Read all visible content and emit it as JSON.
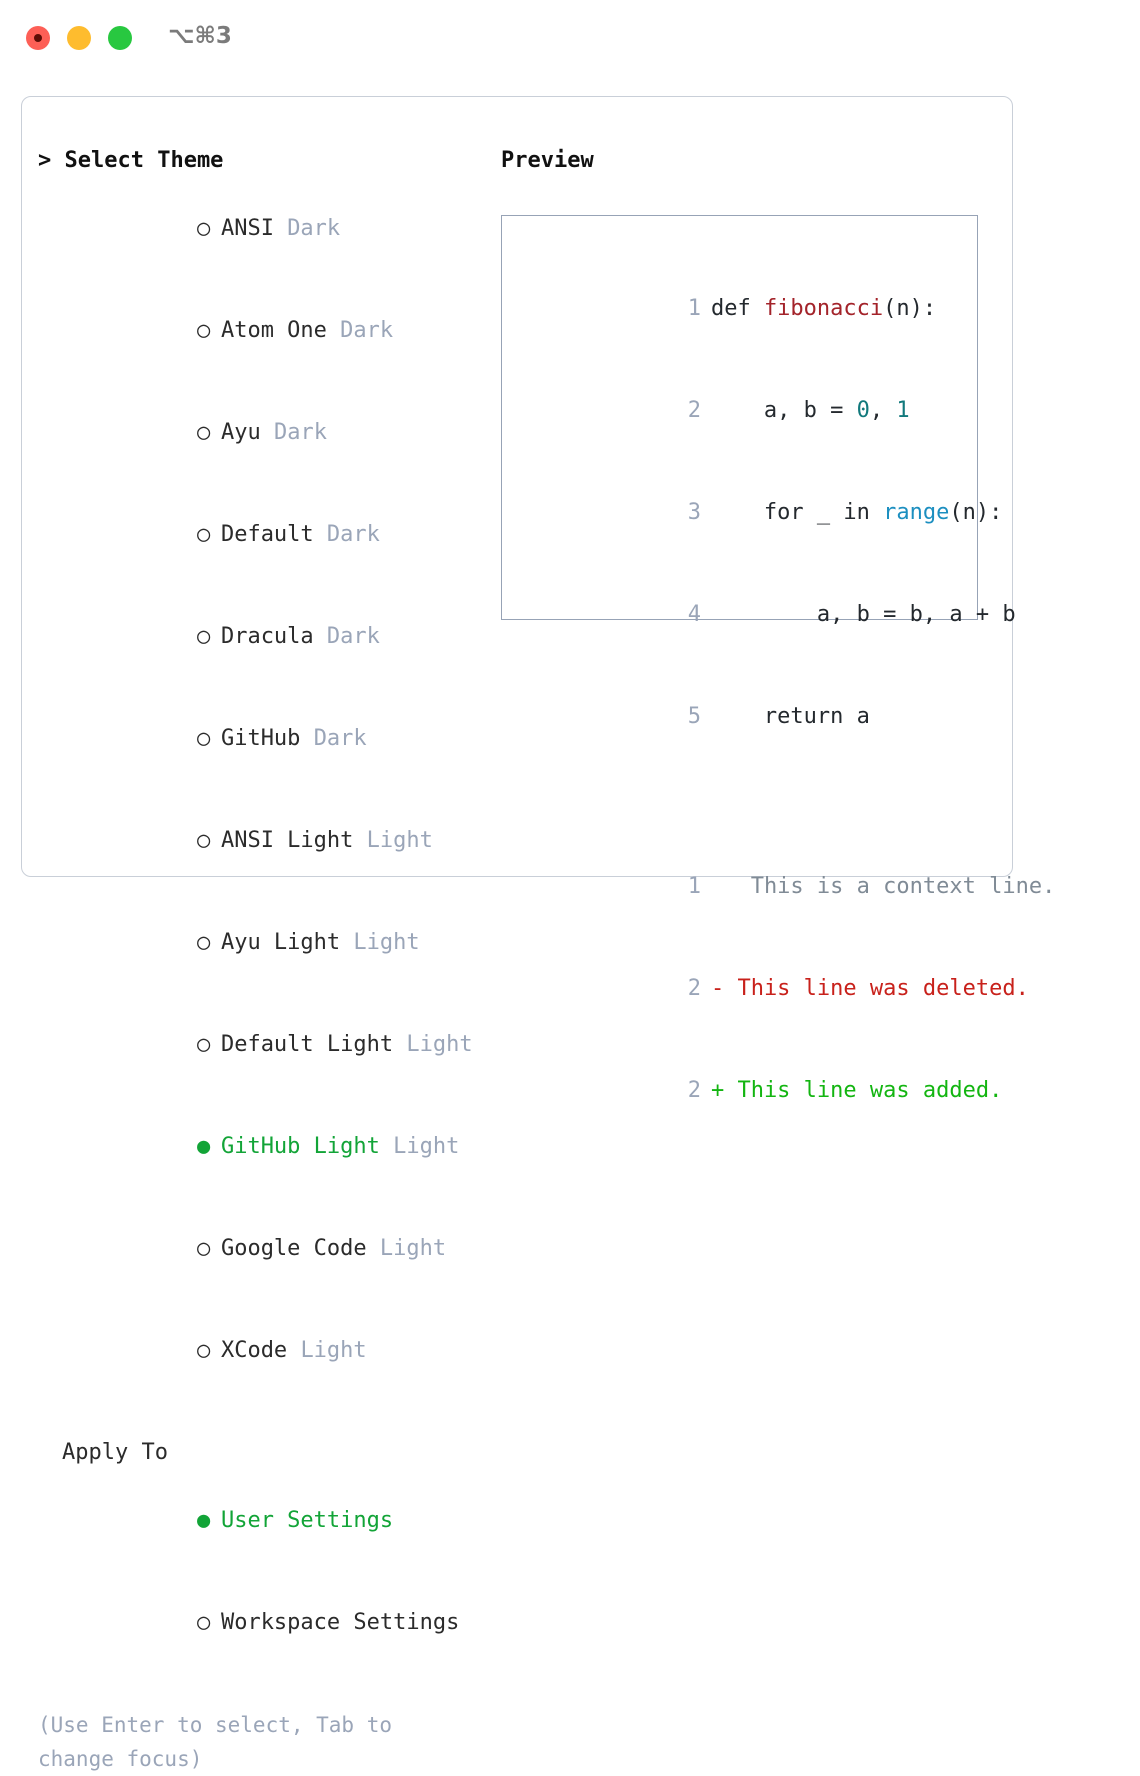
{
  "titlebar": {
    "shortcut": "⌥⌘3",
    "buttons": [
      {
        "name": "close",
        "color": "#fd5f56"
      },
      {
        "name": "minimize",
        "color": "#febc2e"
      },
      {
        "name": "zoom",
        "color": "#28c840"
      }
    ]
  },
  "theme_list": {
    "header": "> Select Theme",
    "selected": "GitHub Light",
    "bullet_empty": "○",
    "bullet_filled": "●",
    "items": [
      {
        "label": "ANSI",
        "tag": "Dark",
        "selected": false
      },
      {
        "label": "Atom One",
        "tag": "Dark",
        "selected": false
      },
      {
        "label": "Ayu",
        "tag": "Dark",
        "selected": false
      },
      {
        "label": "Default",
        "tag": "Dark",
        "selected": false
      },
      {
        "label": "Dracula",
        "tag": "Dark",
        "selected": false
      },
      {
        "label": "GitHub",
        "tag": "Dark",
        "selected": false
      },
      {
        "label": "ANSI Light",
        "tag": "Light",
        "selected": false
      },
      {
        "label": "Ayu Light",
        "tag": "Light",
        "selected": false
      },
      {
        "label": "Default Light",
        "tag": "Light",
        "selected": false
      },
      {
        "label": "GitHub Light",
        "tag": "Light",
        "selected": true
      },
      {
        "label": "Google Code",
        "tag": "Light",
        "selected": false
      },
      {
        "label": "XCode",
        "tag": "Light",
        "selected": false
      }
    ]
  },
  "apply_to": {
    "header": "Apply To",
    "selected": "User Settings",
    "items": [
      {
        "label": "User Settings",
        "selected": true
      },
      {
        "label": "Workspace Settings",
        "selected": false
      }
    ]
  },
  "hint": "(Use Enter to select, Tab to change focus)",
  "preview": {
    "title": "Preview",
    "code_lines": [
      {
        "number": "1",
        "tokens": [
          {
            "text": "def ",
            "type": "kw"
          },
          {
            "text": "fibonacci",
            "type": "fn"
          },
          {
            "text": "(n):",
            "type": "plain"
          }
        ]
      },
      {
        "number": "2",
        "tokens": [
          {
            "text": "    a, b = ",
            "type": "plain"
          },
          {
            "text": "0",
            "type": "num"
          },
          {
            "text": ", ",
            "type": "plain"
          },
          {
            "text": "1",
            "type": "num"
          }
        ]
      },
      {
        "number": "3",
        "tokens": [
          {
            "text": "    for _ in ",
            "type": "plain"
          },
          {
            "text": "range",
            "type": "call"
          },
          {
            "text": "(n):",
            "type": "plain"
          }
        ]
      },
      {
        "number": "4",
        "tokens": [
          {
            "text": "        a, b = b, a + b",
            "type": "plain"
          }
        ]
      },
      {
        "number": "5",
        "tokens": [
          {
            "text": "    return a",
            "type": "plain"
          }
        ]
      }
    ],
    "diff_lines": [
      {
        "number": "1",
        "marker": " ",
        "text": "  This is a context line.",
        "type": "context"
      },
      {
        "number": "2",
        "marker": "-",
        "text": " This line was deleted.",
        "type": "deleted"
      },
      {
        "number": "2",
        "marker": "+",
        "text": " This line was added.",
        "type": "added"
      }
    ]
  },
  "colors": {
    "accent_green": "#12a437",
    "muted": "#9aa5b8",
    "border": "#97a3b6",
    "panel_border": "#c9cfd8",
    "diff_add": "#13b511",
    "diff_del": "#c8211b",
    "token_fn": "#a3232a",
    "token_num": "#11797c",
    "token_call": "#1c8fc0"
  }
}
